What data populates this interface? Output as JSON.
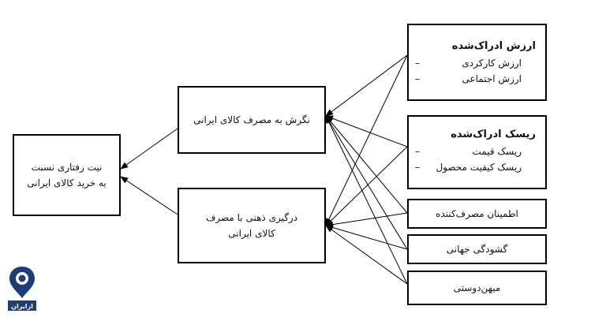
{
  "nodes": {
    "intent": "نیت رفتاری نسبت به خرید کالای ایرانی",
    "attitude": "نگرش به مصرف کالای ایرانی",
    "involvement": "درگیری ذهنی با مصرف کالای ایرانی",
    "perceived_value": {
      "title": "ارزش ادراک‌شده",
      "items": [
        "ارزش کارکردی",
        "ارزش اجتماعی"
      ]
    },
    "perceived_risk": {
      "title": "ریسک ادراک‌شده",
      "items": [
        "ریسک قیمت",
        "ریسک کیفیت محصول"
      ]
    },
    "consumer_confidence": "اطمینان مصرف‌کننده",
    "globalization": "گشودگی جهانی",
    "patriotism": "میهن‌دوستی"
  },
  "bullet": "–",
  "logo": {
    "text": "ازایران",
    "color": "#1f3c7a"
  }
}
